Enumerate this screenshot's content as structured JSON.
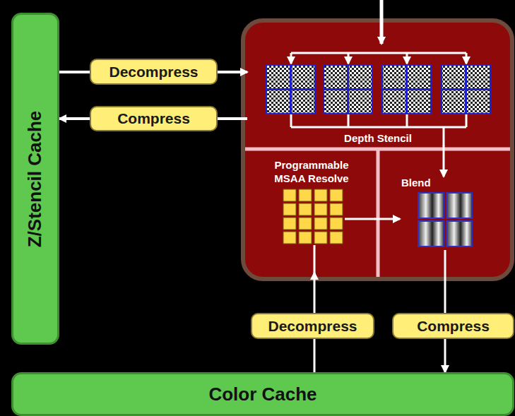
{
  "diagram": {
    "nodes": [
      {
        "text": [
          "Z/Stencil Cache"
        ]
      },
      {
        "text": [
          "Decompress"
        ]
      },
      {
        "text": [
          "Compress"
        ]
      },
      {
        "text": [
          "Depth Stencil"
        ]
      },
      {
        "text": [
          "Programmable MSAA Resolve"
        ]
      },
      {
        "text": [
          "Blend"
        ]
      },
      {
        "text": [
          "Decompress"
        ]
      },
      {
        "text": [
          "Compress"
        ]
      },
      {
        "text": [
          "Color Cache"
        ]
      }
    ],
    "edges": [
      {
        "from": 0,
        "to": 1,
        "arrow": "none"
      },
      {
        "from": 1,
        "to": 3,
        "arrow": "to"
      },
      {
        "from": 3,
        "to": 2,
        "arrow": "none"
      },
      {
        "from": 2,
        "to": 0,
        "arrow": "to"
      },
      {
        "from": 3,
        "to": 5,
        "arrow": "to"
      },
      {
        "from": 4,
        "to": 5,
        "arrow": "to"
      },
      {
        "from": 8,
        "to": 6,
        "arrow": "none"
      },
      {
        "from": 6,
        "to": 4,
        "arrow": "to"
      },
      {
        "from": 5,
        "to": 7,
        "arrow": "none"
      },
      {
        "from": 7,
        "to": 8,
        "arrow": "to"
      }
    ]
  }
}
